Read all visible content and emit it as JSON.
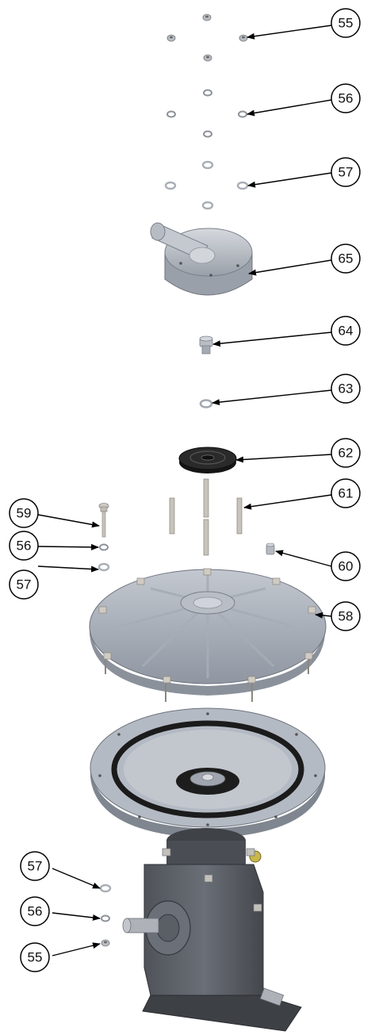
{
  "diagram": {
    "colors": {
      "part_light": "#c9cdd4",
      "part_mid": "#a9aeb8",
      "part_dark": "#7c828c",
      "housing": "#5b5f66",
      "seal_black": "#1c1c1c",
      "leader": "#000000",
      "accent_yellow": "#c9b84a"
    },
    "callouts": [
      {
        "id": "c55-top",
        "label": "55"
      },
      {
        "id": "c56-top",
        "label": "56"
      },
      {
        "id": "c57-top",
        "label": "57"
      },
      {
        "id": "c65",
        "label": "65"
      },
      {
        "id": "c64",
        "label": "64"
      },
      {
        "id": "c63",
        "label": "63"
      },
      {
        "id": "c62",
        "label": "62"
      },
      {
        "id": "c61",
        "label": "61"
      },
      {
        "id": "c59",
        "label": "59"
      },
      {
        "id": "c56-mid",
        "label": "56"
      },
      {
        "id": "c60",
        "label": "60"
      },
      {
        "id": "c57-mid",
        "label": "57"
      },
      {
        "id": "c58",
        "label": "58"
      },
      {
        "id": "c57-bot",
        "label": "57"
      },
      {
        "id": "c56-bot",
        "label": "56"
      },
      {
        "id": "c55-bot",
        "label": "55"
      }
    ]
  }
}
